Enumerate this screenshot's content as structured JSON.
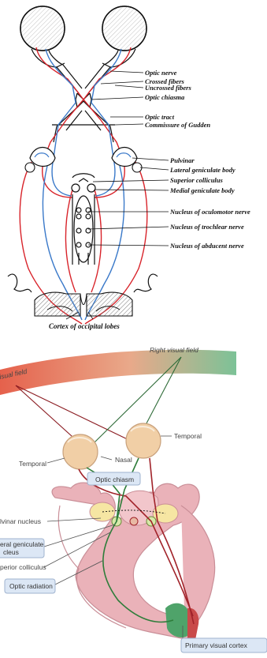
{
  "top_diagram": {
    "labels": {
      "optic_nerve": "Optic nerve",
      "crossed_fibers": "Crossed fibers",
      "uncrossed_fibers": "Uncrossed fibers",
      "optic_chiasma": "Optic chiasma",
      "optic_tract": "Optic tract",
      "commissure_gudden": "Commissure of Gudden",
      "pulvinar": "Pulvinar",
      "lateral_geniculate_body": "Lateral geniculate body",
      "superior_colliculus": "Superior colliculus",
      "medial_geniculate_body": "Medial geniculate body",
      "oculomotor": "Nucleus of oculomotor nerve",
      "trochlear": "Nucleus of trochlear nerve",
      "abducent": "Nucleus of abducent nerve"
    },
    "caption": "Cortex of occipital lobes",
    "colors": {
      "crossed": "#d8232a",
      "uncrossed": "#3a79c9",
      "outline": "#111111"
    }
  },
  "bottom_diagram": {
    "visual_field_left": "isual field",
    "visual_field_right": "Right visual field",
    "labels": {
      "nasal": "Nasal",
      "temporal_right": "Temporal",
      "temporal_left": "Temporal",
      "optic_chiasm": "Optic chiasm",
      "pulvinar_nucleus": "lvinar nucleus",
      "lateral_geniculate_1": "eral geniculate",
      "lateral_geniculate_2": "cleus",
      "superior_colliculus": "perior colliculus",
      "optic_radiation": "Optic radiation",
      "primary_visual_cortex": "Primary visual cortex"
    },
    "colors": {
      "field_red": "#e56b55",
      "field_green": "#7fc39a",
      "brain_fill": "#eab2b9",
      "brain_dark": "#c98e97",
      "eye_fill": "#f1cfa6",
      "path_green": "#2e7d3a",
      "path_red": "#a1232a",
      "label_box": "#dce7f5",
      "cortex_green": "#4fa36a"
    }
  }
}
